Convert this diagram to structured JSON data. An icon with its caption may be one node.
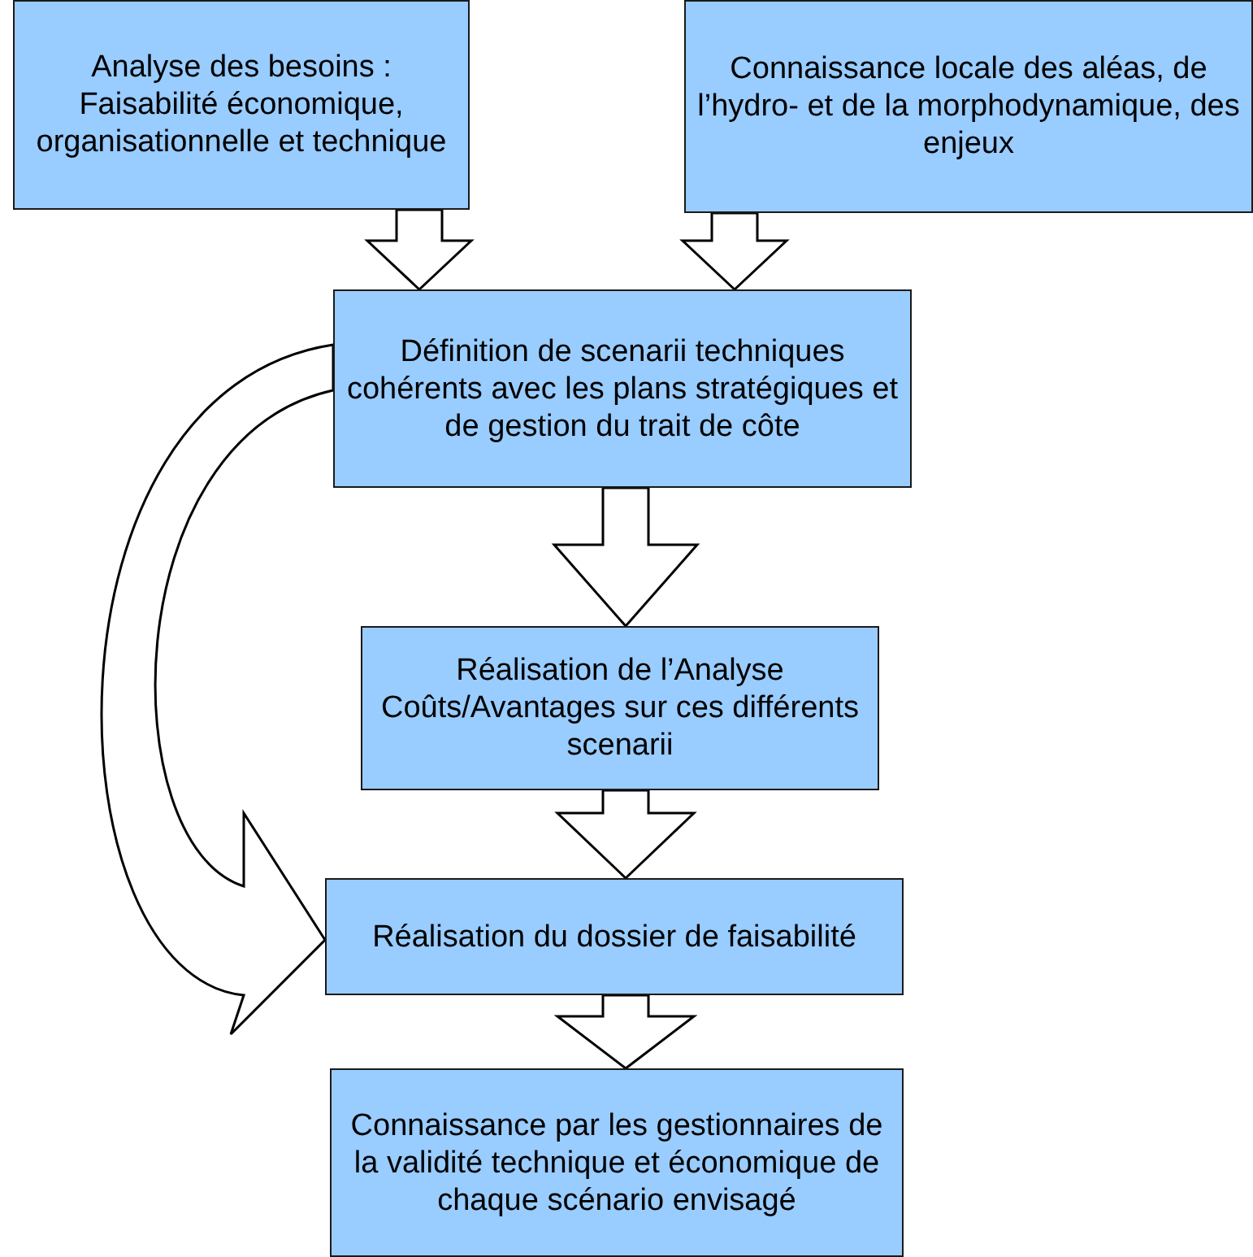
{
  "diagram": {
    "nodes": [
      {
        "text": [
          "Analyse des besoins : Faisabilité économique, organisationnelle et technique"
        ]
      },
      {
        "text": [
          "Connaissance locale des aléas, de l’hydro- et de la morphodynamique, des enjeux"
        ]
      },
      {
        "text": [
          "Définition de scenarii techniques cohérents avec les plans stratégiques et de gestion du trait de côte"
        ]
      },
      {
        "text": [
          "Réalisation de l’Analyse Coûts/Avantages sur ces différents scenarii"
        ]
      },
      {
        "text": [
          "Réalisation du dossier de faisabilité"
        ]
      },
      {
        "text": [
          "Connaissance par les gestionnaires de la validité technique et économique de chaque scénario envisagé"
        ]
      }
    ],
    "edges": [
      {
        "from": 0,
        "to": 2,
        "arrow": "to"
      },
      {
        "from": 1,
        "to": 2,
        "arrow": "to"
      },
      {
        "from": 2,
        "to": 3,
        "arrow": "to"
      },
      {
        "from": 3,
        "to": 4,
        "arrow": "to"
      },
      {
        "from": 4,
        "to": 5,
        "arrow": "to"
      },
      {
        "from": 2,
        "to": 4,
        "arrow": "to"
      }
    ]
  }
}
